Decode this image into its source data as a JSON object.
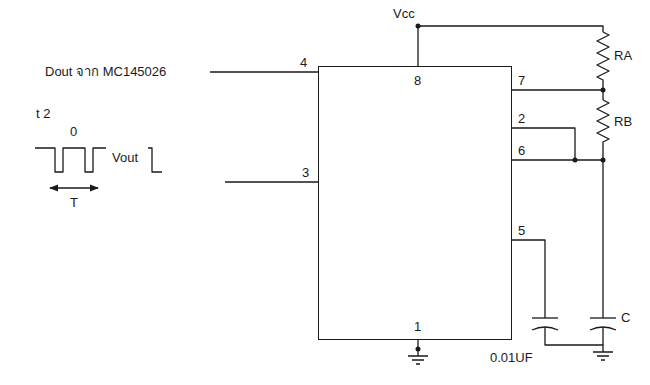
{
  "diagram": {
    "nodes": [
      {
        "text": [
          "8",
          "1"
        ]
      }
    ],
    "labels": [
      "Vcc",
      "Dout จาก MC145026",
      "4",
      "7",
      "RA",
      "RB",
      "2",
      "6",
      "3",
      "5",
      "C",
      "0.01UF",
      "t 2",
      "0",
      "Vout",
      "T"
    ]
  }
}
